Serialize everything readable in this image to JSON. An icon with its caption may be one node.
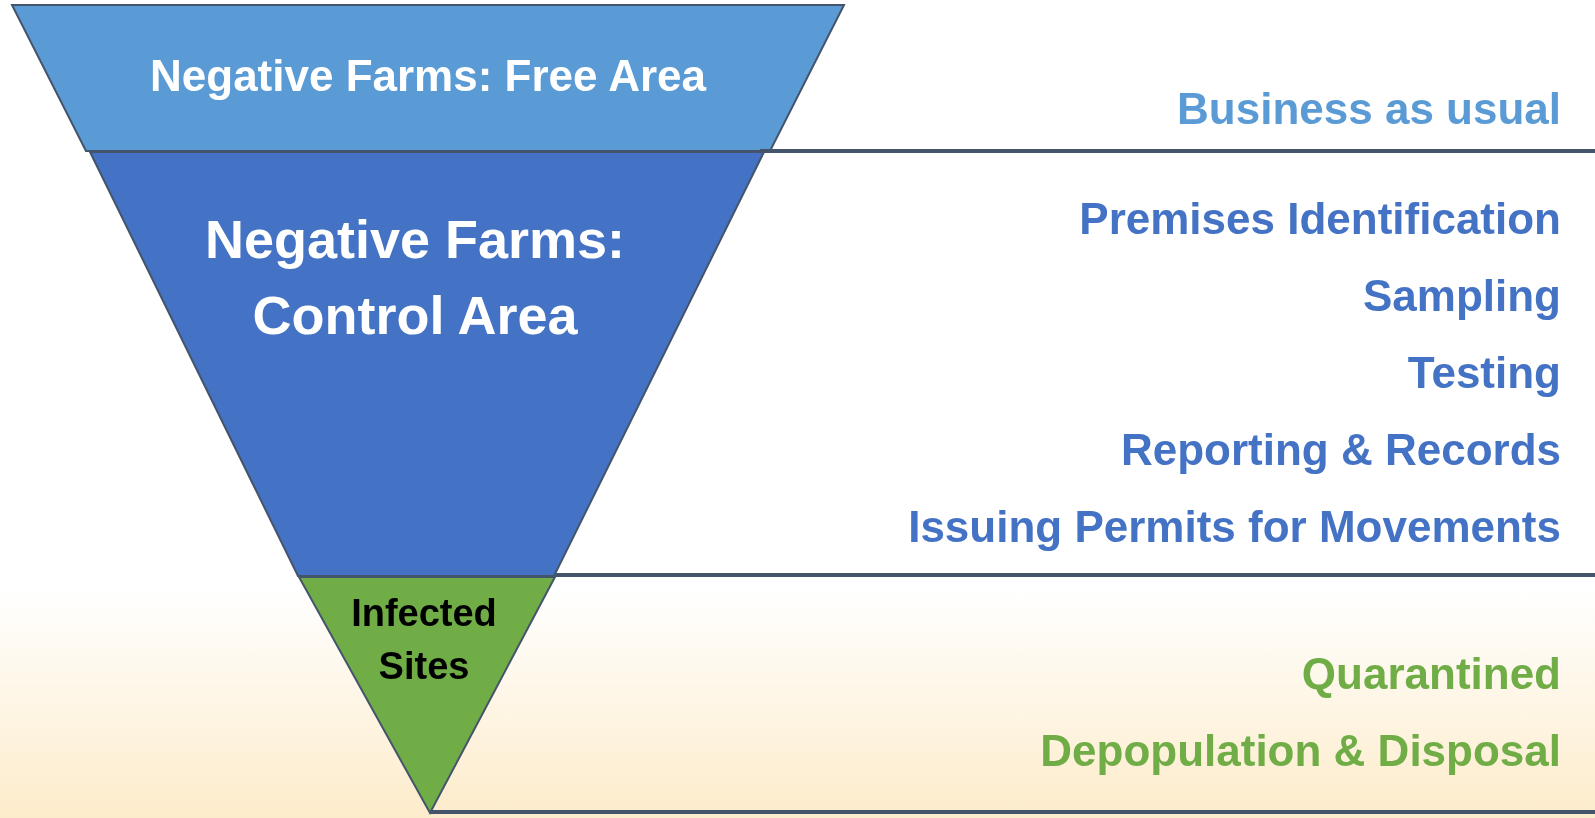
{
  "diagram": {
    "nodes": [
      {
        "text": [
          "Negative Farms: Free Area"
        ]
      },
      {
        "text": [
          "Negative Farms: Control Area"
        ]
      },
      {
        "text": [
          "Infected Sites"
        ]
      }
    ],
    "labels": [
      "Business as usual",
      "Premises Identification",
      "Sampling",
      "Testing",
      "Reporting & Records",
      "Issuing Permits for Movements",
      "Quarantined",
      "Depopulation & Disposal"
    ]
  }
}
